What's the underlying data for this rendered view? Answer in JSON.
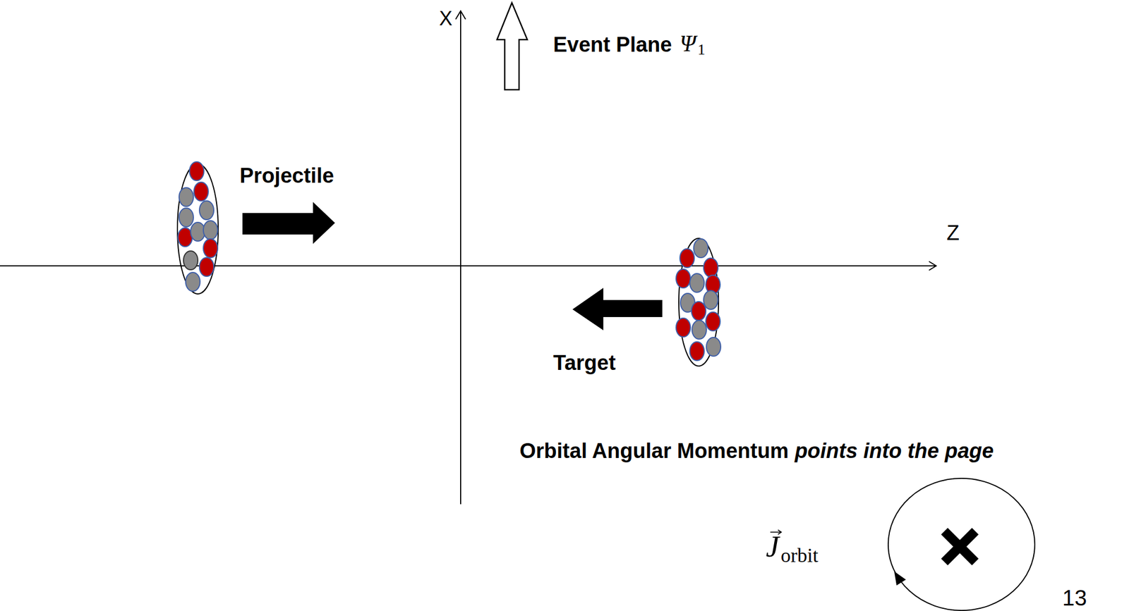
{
  "diagram": {
    "labels": [
      "X",
      "Event Plane",
      "Ψ",
      "1",
      "Projectile",
      "Z",
      "Target",
      "Orbital Angular Momentum",
      "points into the page",
      "J",
      "orbit",
      "13"
    ]
  }
}
